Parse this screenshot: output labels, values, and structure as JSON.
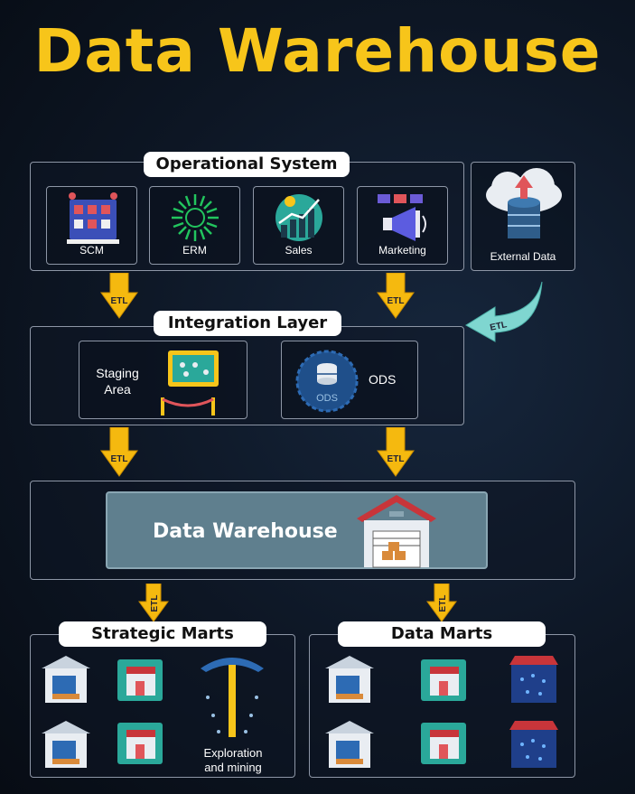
{
  "title": "Data Warehouse",
  "operational": {
    "label": "Operational System",
    "items": [
      {
        "label": "SCM"
      },
      {
        "label": "ERM"
      },
      {
        "label": "Sales"
      },
      {
        "label": "Marketing"
      }
    ],
    "external": {
      "label": "External Data"
    }
  },
  "etl_label": "ETL",
  "integration": {
    "label": "Integration Layer",
    "staging": {
      "label_line1": "Staging",
      "label_line2": "Area"
    },
    "ods": {
      "label": "ODS",
      "icon_text": "ODS"
    }
  },
  "warehouse": {
    "label": "Data Warehouse"
  },
  "strategic": {
    "label": "Strategic Marts",
    "mining": {
      "line1": "Exploration",
      "line2": "and mining"
    }
  },
  "datamarts": {
    "label": "Data Marts"
  },
  "colors": {
    "accent": "#f7c51a",
    "etl_arrow": "#f5b90f",
    "external_arrow": "#7fd6d0",
    "warehouse_bar": "#5f7f8e"
  }
}
